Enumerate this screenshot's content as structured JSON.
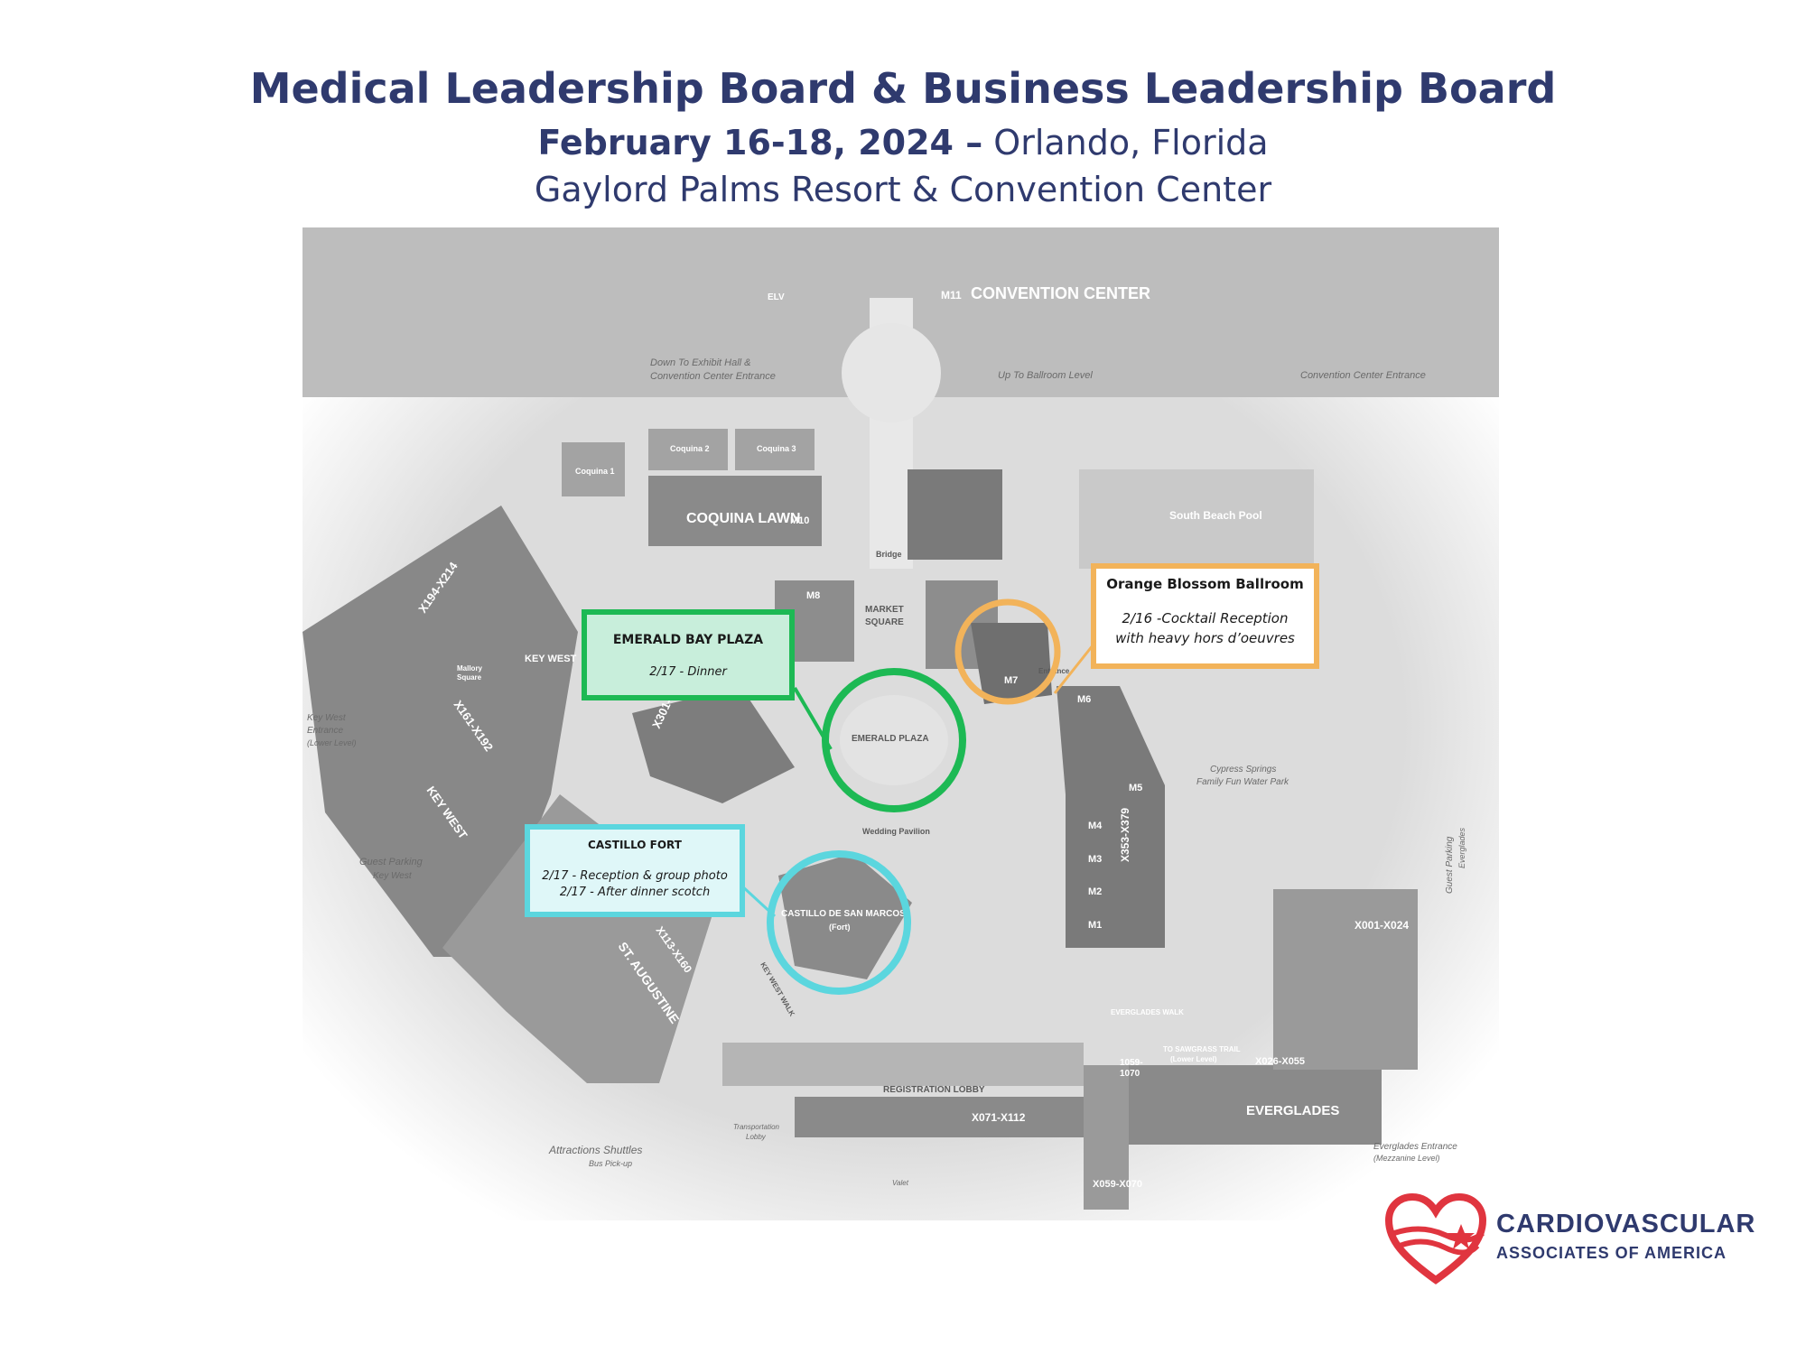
{
  "header": {
    "title": "Medical Leadership Board & Business Leadership Board",
    "date_bold": "February 16-18, 2024 –",
    "city": " Orlando, Florida",
    "venue": "Gaylord Palms Resort & Convention Center"
  },
  "map_labels": {
    "convention_center": "CONVENTION CENTER",
    "m11": "M11",
    "down_exhibit": "Down To Exhibit Hall &",
    "down_exhibit_2": "Convention Center Entrance",
    "up_ballroom": "Up To Ballroom Level",
    "convention_entrance": "Convention Center Entrance",
    "coquina1": "Coquina 1",
    "coquina2": "Coquina 2",
    "coquina3": "Coquina 3",
    "coquina_lawn": "COQUINA LAWN",
    "m10": "M10",
    "south_beach_pool": "South Beach Pool",
    "bridge": "Bridge",
    "market_square": "MARKET",
    "market_square_2": "SQUARE",
    "m8": "M8",
    "m7": "M7",
    "m6": "M6",
    "m5": "M5",
    "m4": "M4",
    "m3": "M3",
    "m2": "M2",
    "m1": "M1",
    "emerald_plaza": "EMERALD PLAZA",
    "key_west": "KEY WEST",
    "key_west_tower": "KEY WEST",
    "x194": "X194-X214",
    "x161": "X161-X192",
    "x301": "X301-X",
    "mallory_square": "Mallory",
    "mallory_square_2": "Square",
    "key_west_entrance": "Key West",
    "key_west_entrance_2": "Entrance",
    "key_west_entrance_3": "(Lower Level)",
    "guest_parking_kw": "Guest Parking",
    "guest_parking_kw_2": "Key West",
    "st_augustine": "ST. AUGUSTINE",
    "x113": "X113-X160",
    "castillo": "CASTILLO DE SAN MARCOS",
    "castillo_2": "(Fort)",
    "wedding_pavilion": "Wedding Pavilion",
    "cypress_springs": "Cypress Springs",
    "cypress_springs_2": "Family Fun Water Park",
    "x353": "X353-X379",
    "x001": "X001-X024",
    "guest_parking_ev": "Guest Parking",
    "guest_parking_ev_2": "Everglades",
    "everglades_walk": "EVERGLADES WALK",
    "sawgrass_trail": "TO SAWGRASS TRAIL",
    "sawgrass_trail_2": "(Lower Level)",
    "x026": "X026-X055",
    "x059_1070": "1059-",
    "x059_1070_2": "1070",
    "everglades": "EVERGLADES",
    "everglades_entrance": "Everglades Entrance",
    "everglades_entrance_2": "(Mezzanine Level)",
    "registration_lobby": "REGISTRATION LOBBY",
    "x071": "X071-X112",
    "x059_x070": "X059-X070",
    "transportation_lobby": "Transportation",
    "transportation_lobby_2": "Lobby",
    "attractions_shuttles": "Attractions Shuttles",
    "attractions_shuttles_2": "Bus Pick-up",
    "valet": "Valet",
    "elv": "ELV",
    "entrance": "Entrance",
    "key_west_walk": "KEY WEST WALK"
  },
  "callouts": {
    "emerald": {
      "title": "EMERALD BAY PLAZA",
      "line1": "2/17 - Dinner",
      "color": "#1db954",
      "fill": "#c8eedb"
    },
    "orange": {
      "title": "Orange Blossom Ballroom",
      "line1": "2/16 -Cocktail Reception",
      "line2": "with heavy hors d’oeuvres",
      "color": "#f2b35a",
      "fill": "#ffffff"
    },
    "castillo": {
      "title": "CASTILLO FORT",
      "line1": "2/17 - Reception & group photo",
      "line2": "2/17 - After dinner scotch",
      "color": "#5bd6de",
      "fill": "#dff7f8"
    }
  },
  "logo": {
    "line1": "CARDIOVASCULAR",
    "line2": "ASSOCIATES OF AMERICA",
    "heart_color": "#e0353f",
    "text_color": "#2f3a6e"
  }
}
